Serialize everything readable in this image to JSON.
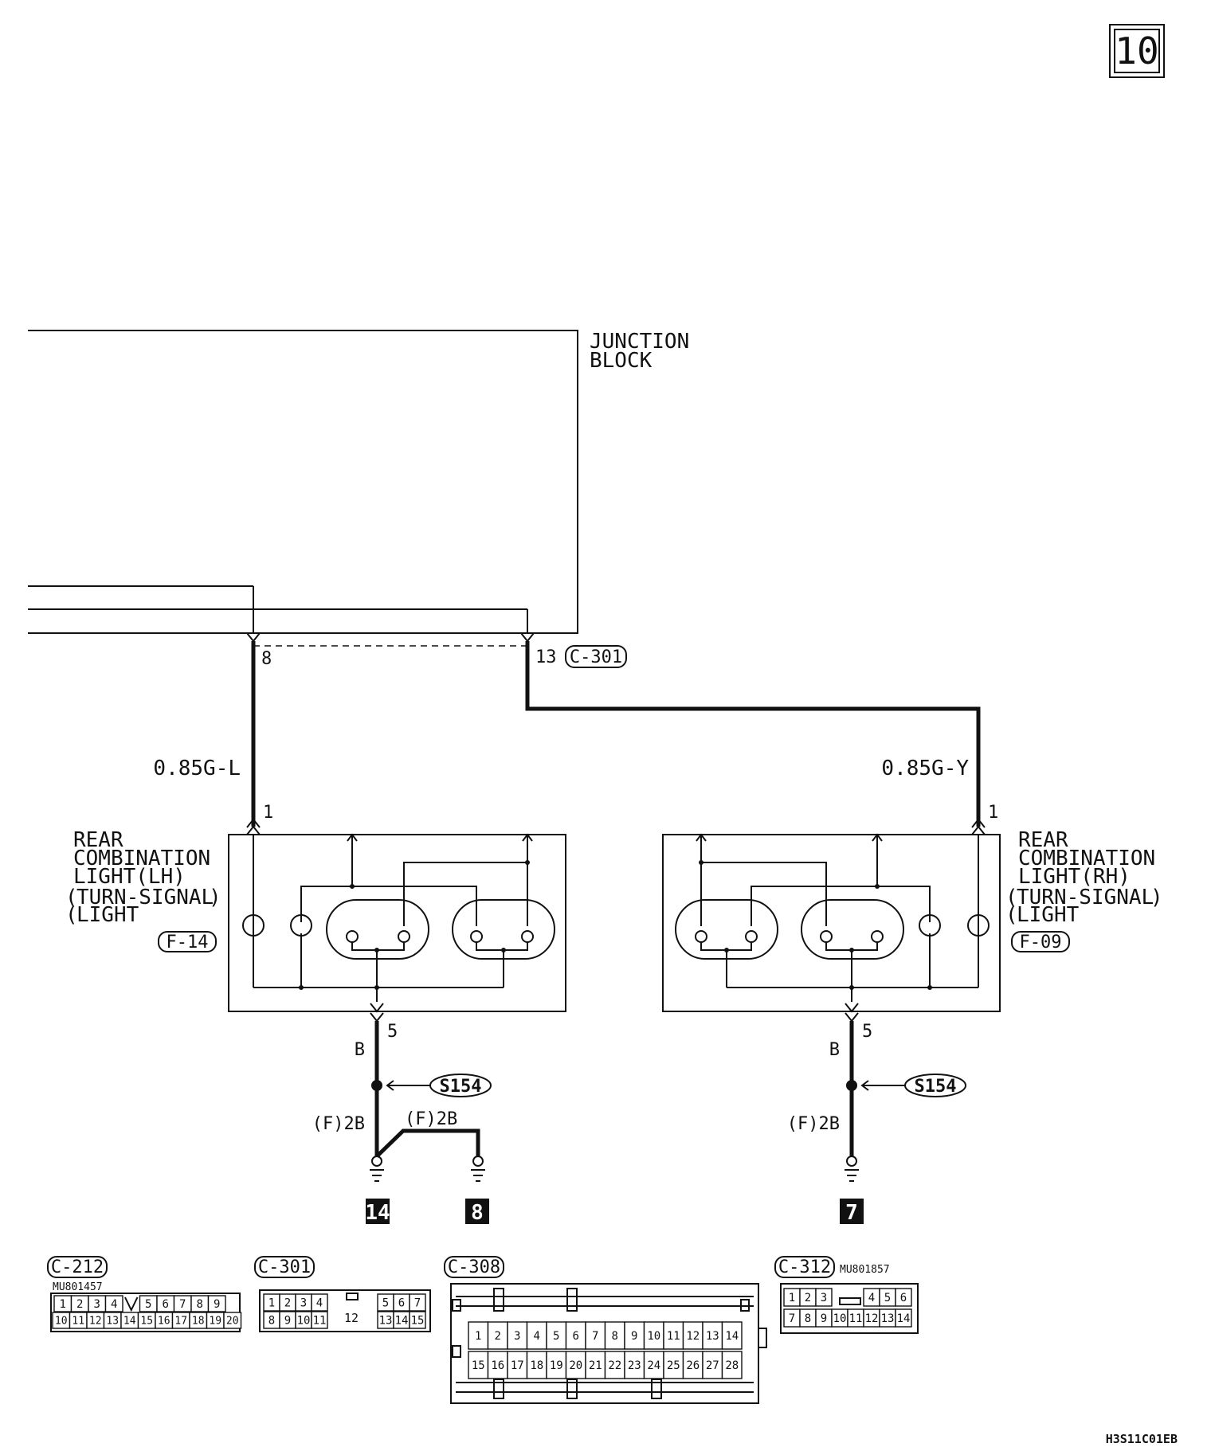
{
  "page_number": "10",
  "junction_block": {
    "line1": "JUNCTION",
    "line2": "BLOCK"
  },
  "junction_pins": {
    "left": "8",
    "right": "13",
    "connector": "C-301"
  },
  "wires": {
    "left": "0.85G-L",
    "right": "0.85G-Y"
  },
  "lights": {
    "lh": {
      "line1": "REAR",
      "line2": "COMBINATION",
      "line3": "LIGHT(LH)",
      "line4": "TURN-SIGNAL",
      "line5": "LIGHT",
      "connector": "F-14",
      "pin_in": "1",
      "pin_out": "5"
    },
    "rh": {
      "line1": "REAR",
      "line2": "COMBINATION",
      "line3": "LIGHT(RH)",
      "line4": "TURN-SIGNAL",
      "line5": "LIGHT",
      "connector": "F-09",
      "pin_in": "1",
      "pin_out": "5"
    }
  },
  "ground_side": {
    "wire_color": "B",
    "splice": "S154",
    "wire_lh_a": "(F)2B",
    "wire_lh_b": "(F)2B",
    "wire_rh": "(F)2B",
    "ground_points": [
      "14",
      "8",
      "7"
    ]
  },
  "connector_views": {
    "c212": {
      "name": "C-212",
      "part": "MU801457",
      "row1": [
        "1",
        "2",
        "3",
        "4",
        "",
        "5",
        "6",
        "7",
        "8",
        "9"
      ],
      "row2": [
        "10",
        "11",
        "12",
        "13",
        "14",
        "15",
        "16",
        "17",
        "18",
        "19",
        "20"
      ]
    },
    "c301": {
      "name": "C-301",
      "row1_left": [
        "1",
        "2",
        "3",
        "4"
      ],
      "row1_right": [
        "5",
        "6",
        "7"
      ],
      "center": "12",
      "row2_left": [
        "8",
        "9",
        "10",
        "11"
      ],
      "row2_right": [
        "13",
        "14",
        "15"
      ]
    },
    "c308": {
      "name": "C-308",
      "row1": [
        "1",
        "2",
        "3",
        "4",
        "5",
        "6",
        "7",
        "8",
        "9",
        "10",
        "11",
        "12",
        "13",
        "14"
      ],
      "row2": [
        "15",
        "16",
        "17",
        "18",
        "19",
        "20",
        "21",
        "22",
        "23",
        "24",
        "25",
        "26",
        "27",
        "28"
      ]
    },
    "c312": {
      "name": "C-312",
      "part": "MU801857",
      "row1_left": [
        "1",
        "2",
        "3"
      ],
      "row1_right": [
        "4",
        "5",
        "6"
      ],
      "row2": [
        "7",
        "8",
        "9",
        "10",
        "11",
        "12",
        "13",
        "14"
      ]
    }
  },
  "figure_code": "H3S11C01EB"
}
